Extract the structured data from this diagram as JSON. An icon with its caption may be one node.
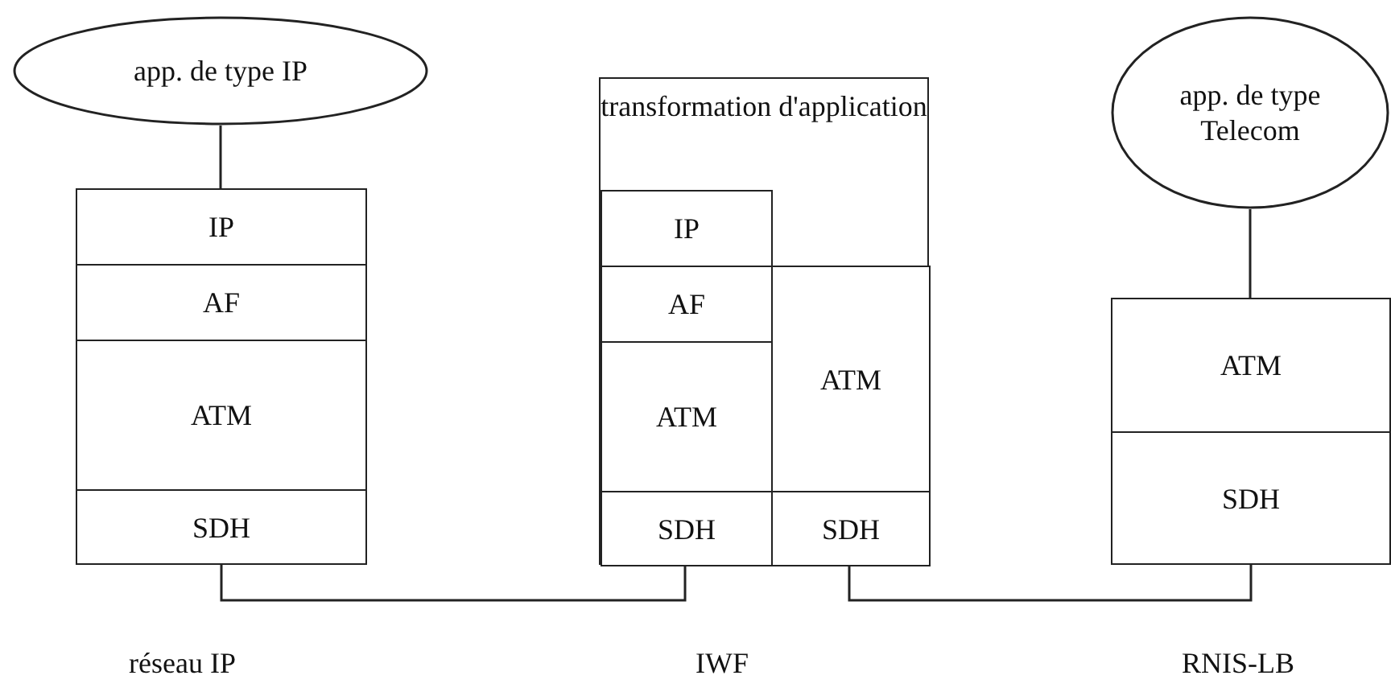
{
  "diagram": {
    "nodes": [
      {
        "text": [
          "app. de type IP"
        ]
      },
      {
        "text": [
          "IP"
        ]
      },
      {
        "text": [
          "AF"
        ]
      },
      {
        "text": [
          "ATM"
        ]
      },
      {
        "text": [
          "SDH"
        ]
      },
      {
        "text": [
          "transformation d'application"
        ]
      },
      {
        "text": [
          "IP"
        ],
        "in": 5
      },
      {
        "text": [
          "AF"
        ],
        "in": 5
      },
      {
        "text": [
          "ATM"
        ],
        "in": 5
      },
      {
        "text": [
          "SDH"
        ],
        "in": 5
      },
      {
        "text": [
          "ATM"
        ],
        "in": 5
      },
      {
        "text": [
          "SDH"
        ],
        "in": 5
      },
      {
        "text": [
          "app. de type Telecom"
        ]
      },
      {
        "text": [
          "ATM"
        ]
      },
      {
        "text": [
          "SDH"
        ]
      }
    ],
    "edges": [
      {
        "from": 0,
        "to": 1,
        "arrow": "none"
      },
      {
        "from": 12,
        "to": 13,
        "arrow": "none"
      },
      {
        "from": 4,
        "to": 9,
        "arrow": "none"
      },
      {
        "from": 11,
        "to": 14,
        "arrow": "none"
      }
    ],
    "labels": [
      "réseau IP",
      "IWF",
      "RNIS-LB"
    ]
  }
}
